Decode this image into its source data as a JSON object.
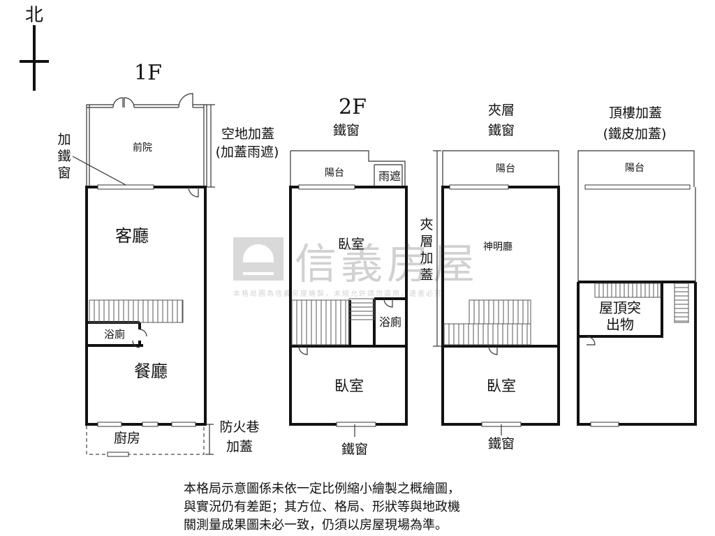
{
  "compass": {
    "north_label": "北"
  },
  "floors": {
    "f1": {
      "title": "1F",
      "front_yard": "前院",
      "iron_window_side": "加\n鐵\n窗",
      "vacant_addition": "空地加蓋",
      "vacant_addition_sub": "(加蓋雨遮)",
      "living_room": "客廳",
      "bathroom": "浴廁",
      "dining_room": "餐廳",
      "kitchen": "廚房",
      "fire_lane": "防火巷",
      "fire_lane_sub": "加蓋"
    },
    "f2": {
      "title": "2F",
      "top_window": "鐵窗",
      "balcony": "陽台",
      "awning": "雨遮",
      "bedroom_1": "臥室",
      "bathroom": "浴廁",
      "bedroom_2": "臥室",
      "bottom_window": "鐵窗"
    },
    "mezz": {
      "title": "夾層",
      "top_window": "鐵窗",
      "balcony": "陽台",
      "shrine_room": "神明廳",
      "side_label": "夾\n層\n加\n蓋",
      "bedroom": "臥室",
      "bottom_window": "鐵窗"
    },
    "roof": {
      "title": "頂樓加蓋",
      "title_sub": "(鐵皮加蓋)",
      "balcony": "陽台",
      "roof_protrusion": "屋頂突\n出物"
    }
  },
  "watermark": {
    "brand": "信義房屋",
    "notice": "本格局圖為信義房屋繪製，未經允許請勿盜用，違者必究"
  },
  "disclaimer": "本格局示意圖係未依一定比例縮小繪製之概繪圖，\n與實況仍有差距；其方位、格局、形狀等與地政機\n關測量成果圖未必一致，仍須以房屋現場為準。"
}
